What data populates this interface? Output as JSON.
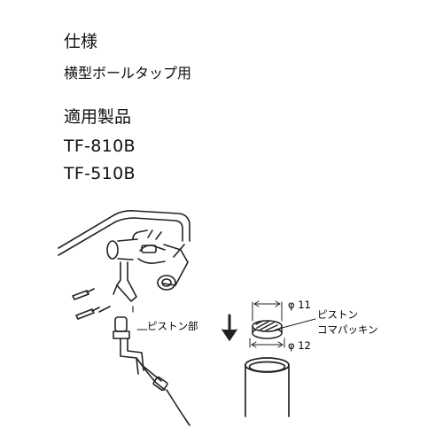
{
  "spec": {
    "heading": "仕様",
    "value": "横型ボールタップ用"
  },
  "models": {
    "heading": "適用製品",
    "items": [
      "TF-810B",
      "TF-510B"
    ]
  },
  "diagram": {
    "piston_part_label": "ピストン部",
    "dim_top": "φ 11",
    "dim_bottom": "φ 12",
    "packing_label_line1": "ピストン",
    "packing_label_line2": "コマパッキン"
  }
}
